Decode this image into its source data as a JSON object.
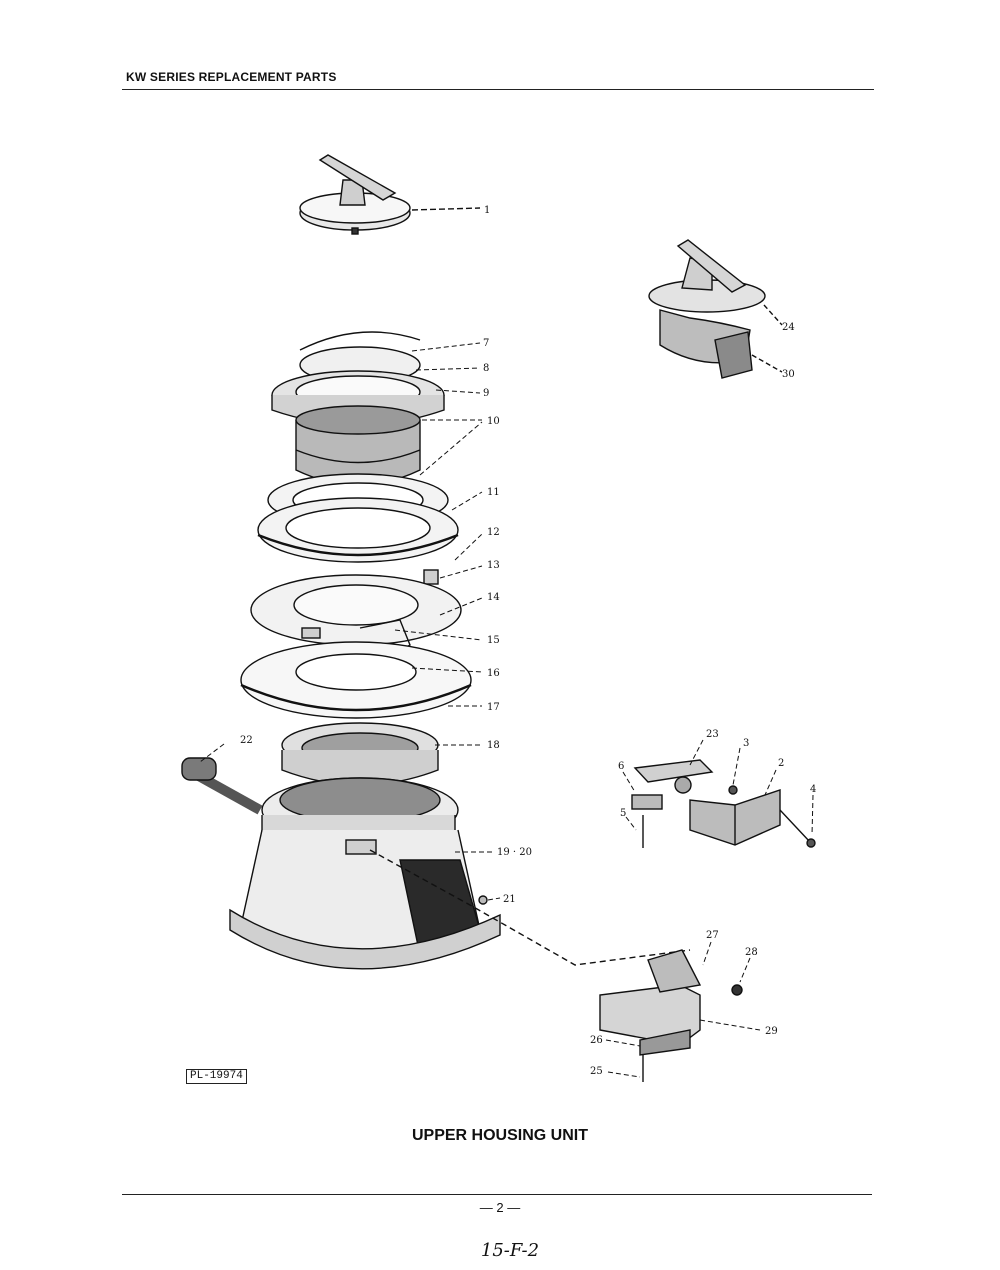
{
  "header": {
    "title": "KW SERIES REPLACEMENT PARTS"
  },
  "figure": {
    "title": "UPPER HOUSING UNIT",
    "drawing_id": "PL-19974",
    "callouts": [
      "1",
      "24",
      "30",
      "7",
      "8",
      "9",
      "10",
      "11",
      "12",
      "13",
      "14",
      "15",
      "16",
      "17",
      "18",
      "22",
      "19 · 20",
      "21",
      "23",
      "3",
      "2",
      "4",
      "6",
      "5",
      "27",
      "28",
      "29",
      "26",
      "25"
    ]
  },
  "footer": {
    "page_number": "— 2 —",
    "handwritten_note": "15-F-2"
  }
}
